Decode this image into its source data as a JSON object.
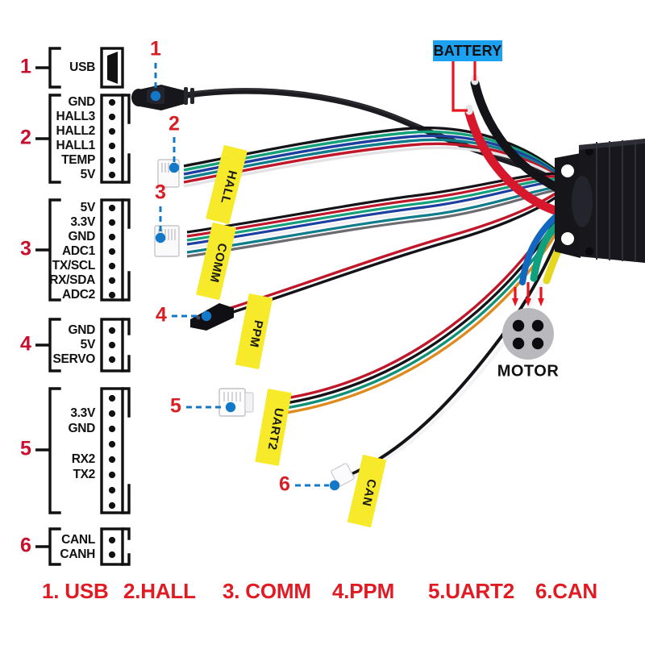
{
  "diagram": {
    "title": "Motor Controller Wiring / Pinout Diagram",
    "background": "#ffffff",
    "accent_red": "#d81f26",
    "accent_blue": "#1478c8",
    "tag_yellow": "#f7ea2b",
    "battery_label_bg": "#1ba1ef"
  },
  "pin_groups": [
    {
      "number": "1",
      "name": "usb",
      "type": "usb-port",
      "pins": [
        {
          "label": "USB"
        }
      ]
    },
    {
      "number": "2",
      "name": "hall",
      "type": "header",
      "pin_count": 6,
      "pins": [
        {
          "label": "GND"
        },
        {
          "label": "HALL3"
        },
        {
          "label": "HALL2"
        },
        {
          "label": "HALL1"
        },
        {
          "label": "TEMP"
        },
        {
          "label": "5V"
        }
      ]
    },
    {
      "number": "3",
      "name": "comm",
      "type": "header",
      "pin_count": 7,
      "pins": [
        {
          "label": "5V"
        },
        {
          "label": "3.3V"
        },
        {
          "label": "GND"
        },
        {
          "label": "ADC1"
        },
        {
          "label": "TX/SCL"
        },
        {
          "label": "RX/SDA"
        },
        {
          "label": "ADC2"
        }
      ]
    },
    {
      "number": "4",
      "name": "ppm",
      "type": "header",
      "pin_count": 3,
      "pins": [
        {
          "label": "GND"
        },
        {
          "label": "5V"
        },
        {
          "label": "SERVO"
        }
      ]
    },
    {
      "number": "5",
      "name": "uart2",
      "type": "header",
      "pin_count": 8,
      "pins": [
        {
          "label": ""
        },
        {
          "label": "3.3V"
        },
        {
          "label": "GND"
        },
        {
          "label": ""
        },
        {
          "label": "RX2"
        },
        {
          "label": "TX2"
        },
        {
          "label": ""
        },
        {
          "label": ""
        }
      ]
    },
    {
      "number": "6",
      "name": "can",
      "type": "header",
      "pin_count": 2,
      "pins": [
        {
          "label": "CANL"
        },
        {
          "label": "CANH"
        }
      ]
    }
  ],
  "callouts": [
    {
      "number": "1",
      "target": "usb-connector"
    },
    {
      "number": "2",
      "target": "hall-connector"
    },
    {
      "number": "3",
      "target": "comm-connector"
    },
    {
      "number": "4",
      "target": "ppm-connector"
    },
    {
      "number": "5",
      "target": "uart2-connector"
    },
    {
      "number": "6",
      "target": "can-connector"
    }
  ],
  "cable_tags": [
    {
      "text": "HALL",
      "name": "tag-hall"
    },
    {
      "text": "COMM",
      "name": "tag-comm"
    },
    {
      "text": "PPM",
      "name": "tag-ppm"
    },
    {
      "text": "UART2",
      "name": "tag-uart2"
    },
    {
      "text": "CAN",
      "name": "tag-can"
    }
  ],
  "power": {
    "battery_label": "BATTERY",
    "motor_label": "MOTOR"
  },
  "legend": [
    {
      "text": "1. USB"
    },
    {
      "text": "2.HALL"
    },
    {
      "text": "3. COMM"
    },
    {
      "text": "4.PPM"
    },
    {
      "text": "5.UART2"
    },
    {
      "text": "6.CAN"
    }
  ]
}
